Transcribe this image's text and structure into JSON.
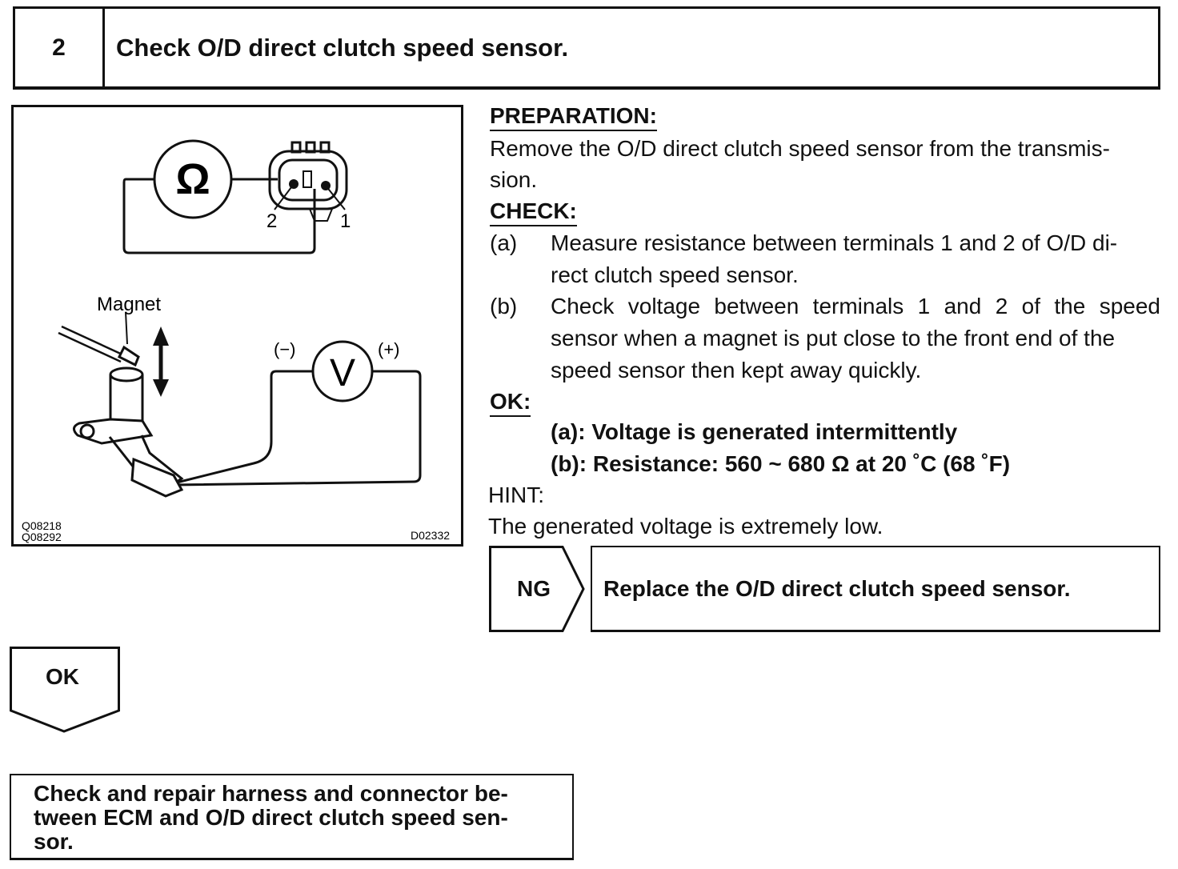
{
  "step": {
    "number": "2",
    "title": "Check O/D direct clutch speed sensor."
  },
  "figure": {
    "ohm_symbol": "Ω",
    "volt_symbol": "V",
    "terminal_2": "2",
    "terminal_1": "1",
    "magnet_label": "Magnet",
    "minus_label": "(−)",
    "plus_label": "(+)",
    "code_left_1": "Q08218",
    "code_left_2": "Q08292",
    "code_right": "D02332"
  },
  "preparation": {
    "heading": "PREPARATION:",
    "line1": "Remove the O/D direct clutch speed sensor from the transmis-",
    "line2": "sion."
  },
  "check": {
    "heading": "CHECK:",
    "items": [
      {
        "marker": "(a)",
        "line1": "Measure resistance between terminals 1 and 2 of O/D di-",
        "line2": "rect clutch speed sensor."
      },
      {
        "marker": "(b)",
        "line1": "Check voltage between terminals 1 and 2 of the speed",
        "line2": "sensor when a magnet is put close to the front end of the",
        "line3": "speed sensor then kept away quickly."
      }
    ]
  },
  "ok": {
    "heading": "OK:",
    "line_a": "(a): Voltage is generated intermittently",
    "line_b": "(b): Resistance: 560 ~ 680 Ω at 20 ˚C (68 ˚F)"
  },
  "hint": {
    "heading": "HINT:",
    "text": "The generated voltage is extremely low."
  },
  "ng": {
    "label": "NG",
    "action": "Replace the O/D direct clutch speed sensor."
  },
  "ok_flow": {
    "label": "OK"
  },
  "final_action": {
    "line1": "Check and repair harness and connector be-",
    "line2": "tween ECM and O/D direct clutch speed sen-",
    "line3": "sor."
  }
}
